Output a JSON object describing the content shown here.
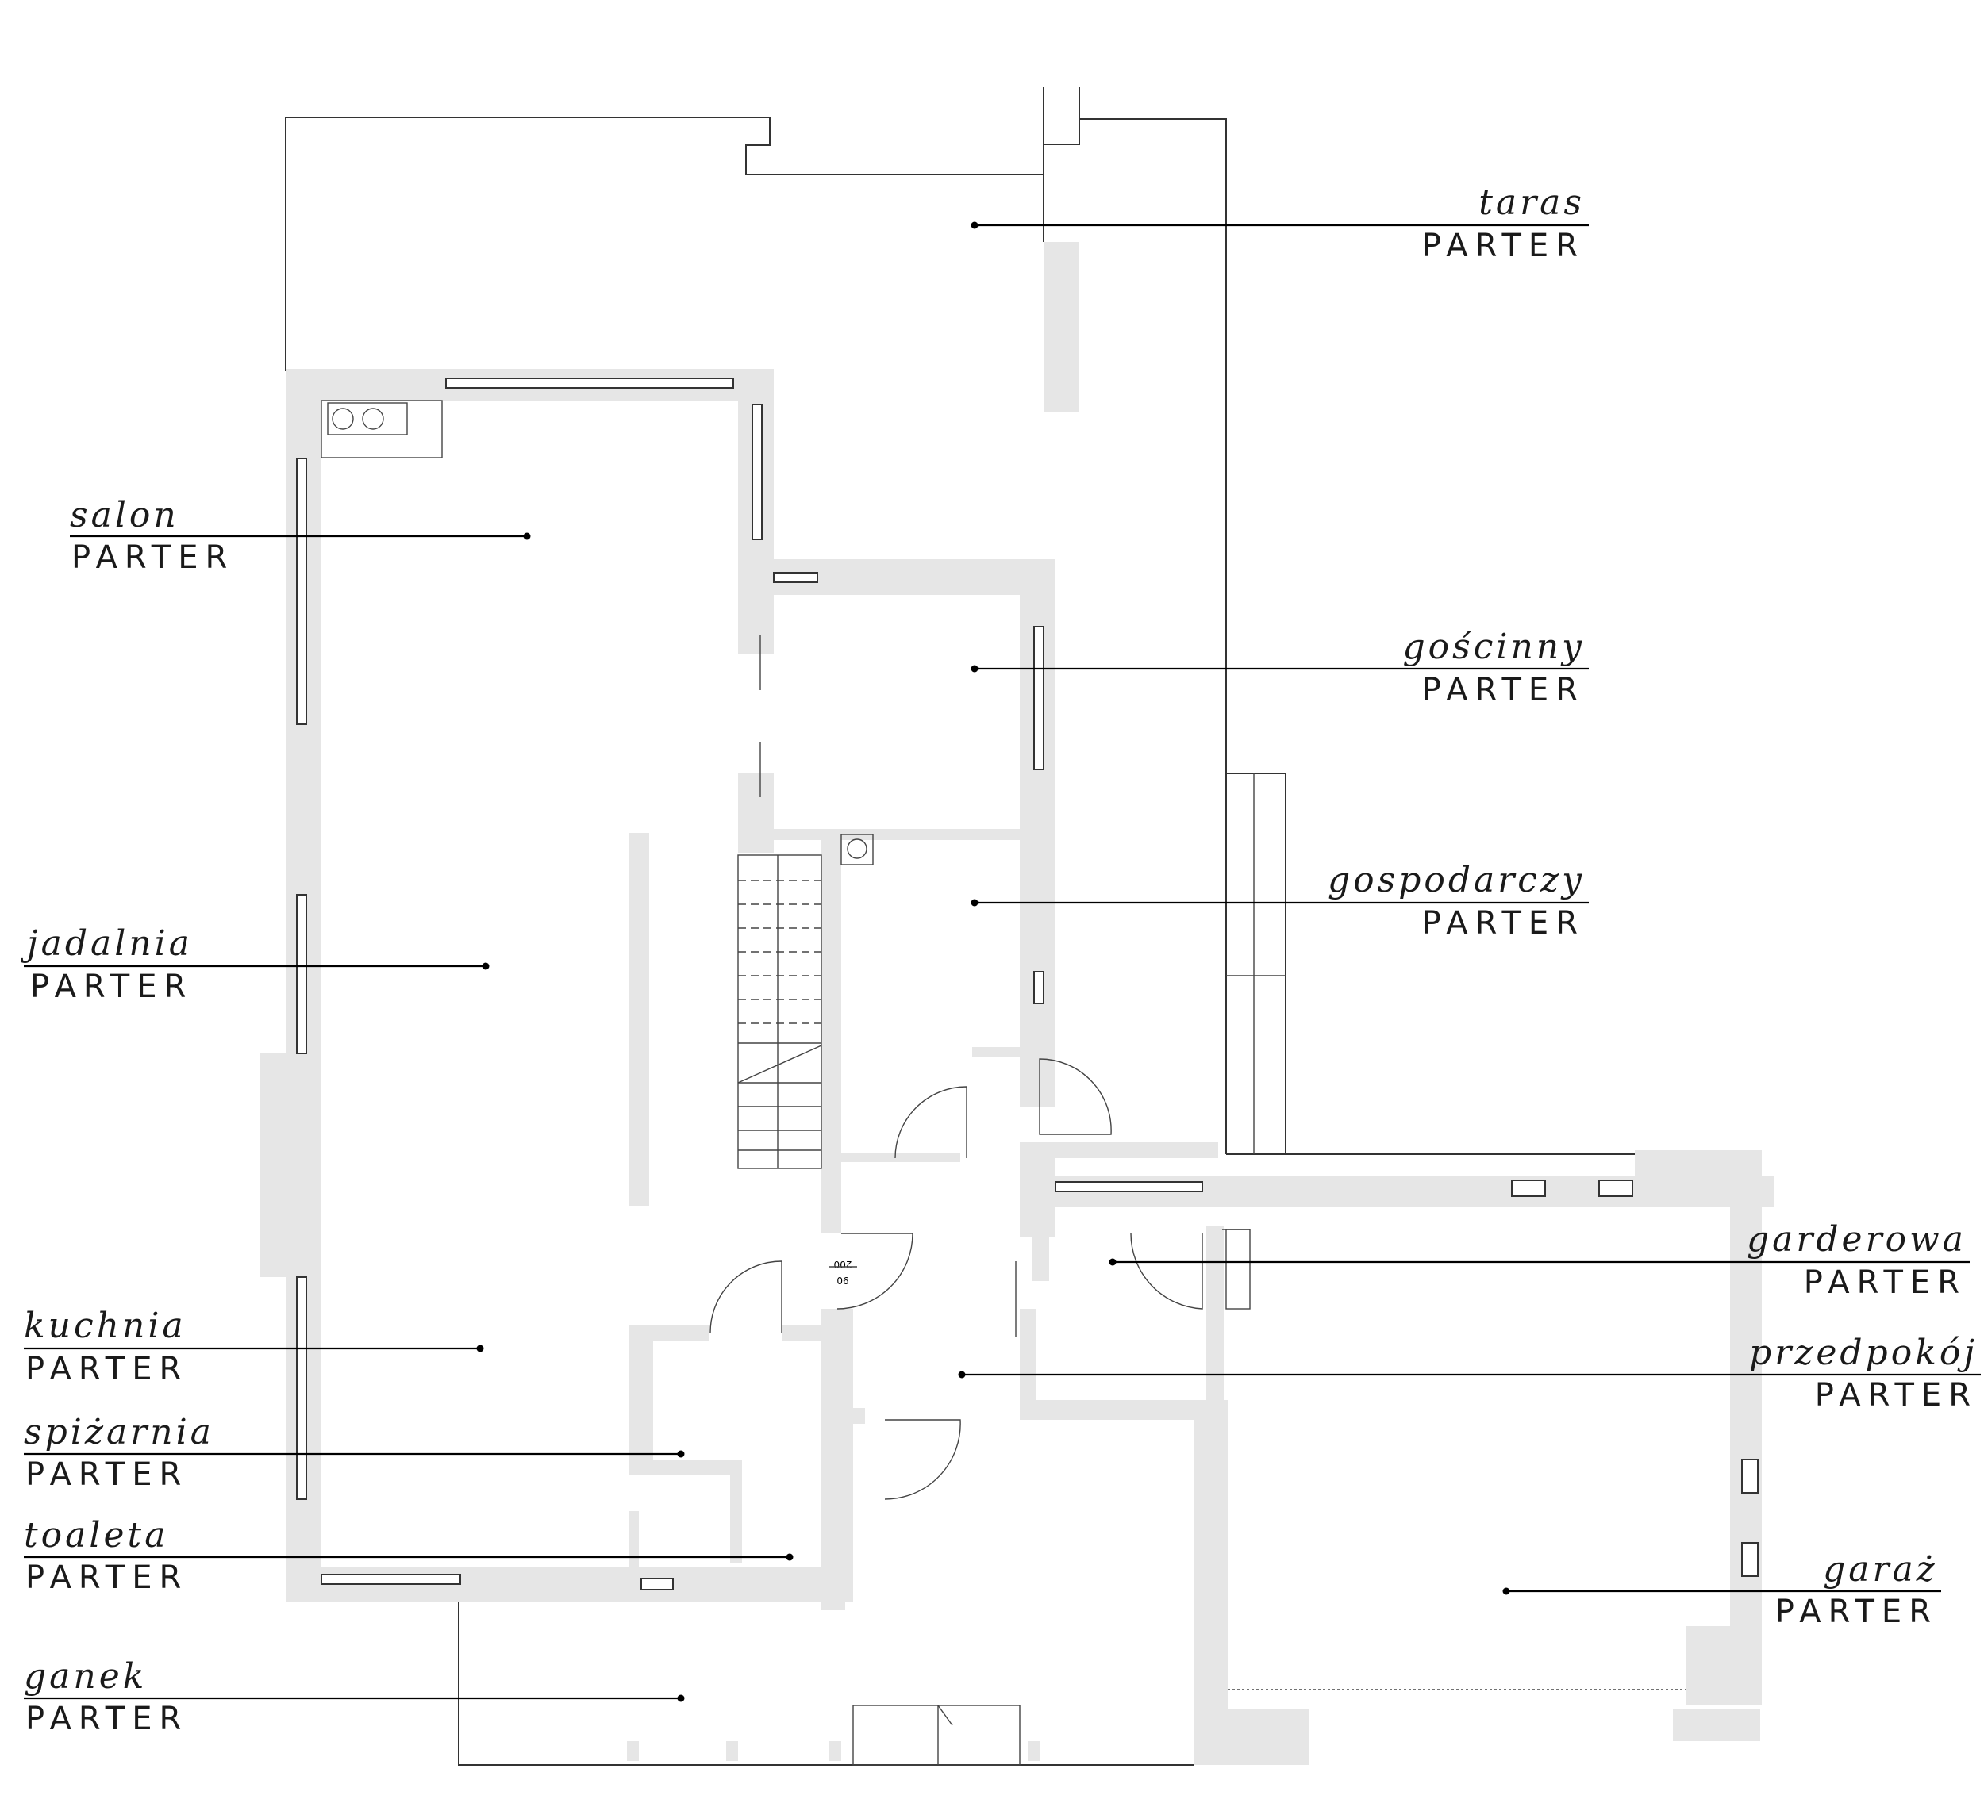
{
  "labels": [
    {
      "id": "taras",
      "room": "taras",
      "floor": "PARTER"
    },
    {
      "id": "salon",
      "room": "salon",
      "floor": "PARTER"
    },
    {
      "id": "goscinny",
      "room": "gościnny",
      "floor": "PARTER"
    },
    {
      "id": "gospodarczy",
      "room": "gospodarczy",
      "floor": "PARTER"
    },
    {
      "id": "jadalnia",
      "room": "jadalnia",
      "floor": "PARTER"
    },
    {
      "id": "garderowa",
      "room": "garderowa",
      "floor": "PARTER"
    },
    {
      "id": "kuchnia",
      "room": "kuchnia",
      "floor": "PARTER"
    },
    {
      "id": "przedpokoj",
      "room": "przedpokój",
      "floor": "PARTER"
    },
    {
      "id": "spizarnia",
      "room": "spiżarnia",
      "floor": "PARTER"
    },
    {
      "id": "toaleta",
      "room": "toaleta",
      "floor": "PARTER"
    },
    {
      "id": "garaz",
      "room": "garaż",
      "floor": "PARTER"
    },
    {
      "id": "ganek",
      "room": "ganek",
      "floor": "PARTER"
    }
  ],
  "stair_tag": {
    "top": "200",
    "bottom": "90"
  }
}
